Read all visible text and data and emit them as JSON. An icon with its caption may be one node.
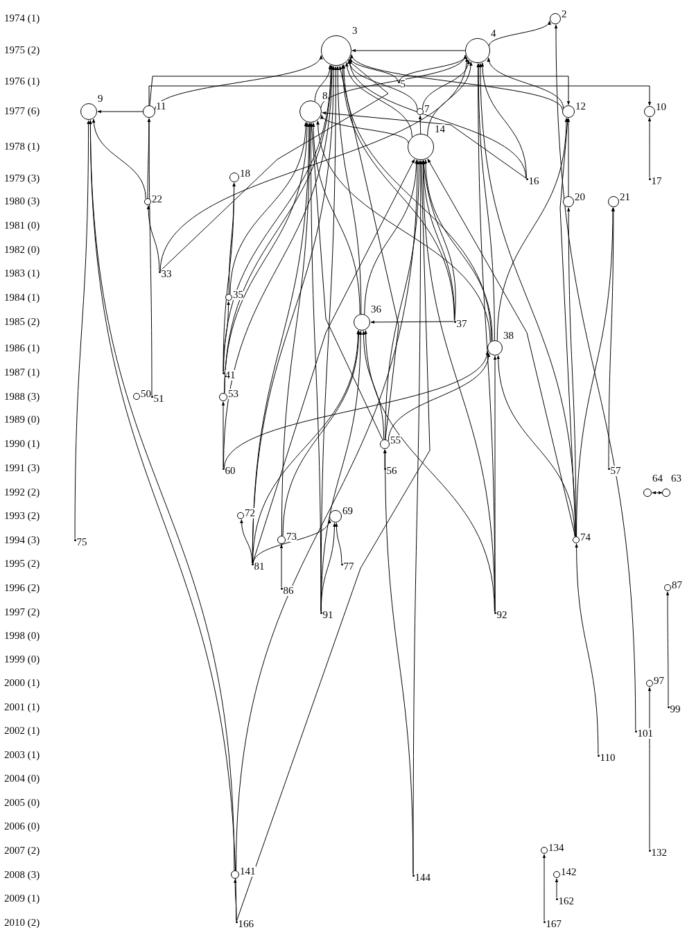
{
  "diagram": {
    "nodes": [
      {
        "text": [
          "2"
        ]
      },
      {
        "text": [
          "3"
        ]
      },
      {
        "text": [
          "4"
        ]
      },
      {
        "text": [
          "5"
        ]
      },
      {
        "text": [
          "7"
        ]
      },
      {
        "text": [
          "8"
        ]
      },
      {
        "text": [
          "9"
        ]
      },
      {
        "text": [
          "10"
        ]
      },
      {
        "text": [
          "11"
        ]
      },
      {
        "text": [
          "12"
        ]
      },
      {
        "text": [
          "14"
        ]
      },
      {
        "text": [
          "16"
        ]
      },
      {
        "text": [
          "17"
        ]
      },
      {
        "text": [
          "18"
        ]
      },
      {
        "text": [
          "20"
        ]
      },
      {
        "text": [
          "21"
        ]
      },
      {
        "text": [
          "22"
        ]
      },
      {
        "text": [
          "33"
        ]
      },
      {
        "text": [
          "35"
        ]
      },
      {
        "text": [
          "36"
        ]
      },
      {
        "text": [
          "37"
        ]
      },
      {
        "text": [
          "38"
        ]
      },
      {
        "text": [
          "41"
        ]
      },
      {
        "text": [
          "50"
        ]
      },
      {
        "text": [
          "51"
        ]
      },
      {
        "text": [
          "53"
        ]
      },
      {
        "text": [
          "55"
        ]
      },
      {
        "text": [
          "56"
        ]
      },
      {
        "text": [
          "57"
        ]
      },
      {
        "text": [
          "60"
        ]
      },
      {
        "text": [
          "63"
        ]
      },
      {
        "text": [
          "64"
        ]
      },
      {
        "text": [
          "69"
        ]
      },
      {
        "text": [
          "72"
        ]
      },
      {
        "text": [
          "73"
        ]
      },
      {
        "text": [
          "74"
        ]
      },
      {
        "text": [
          "75"
        ]
      },
      {
        "text": [
          "77"
        ]
      },
      {
        "text": [
          "81"
        ]
      },
      {
        "text": [
          "86"
        ]
      },
      {
        "text": [
          "87"
        ]
      },
      {
        "text": [
          "91"
        ]
      },
      {
        "text": [
          "92"
        ]
      },
      {
        "text": [
          "97"
        ]
      },
      {
        "text": [
          "99"
        ]
      },
      {
        "text": [
          "101"
        ]
      },
      {
        "text": [
          "110"
        ]
      },
      {
        "text": [
          "132"
        ]
      },
      {
        "text": [
          "134"
        ]
      },
      {
        "text": [
          "141"
        ]
      },
      {
        "text": [
          "142"
        ]
      },
      {
        "text": [
          "144"
        ]
      },
      {
        "text": [
          "162"
        ]
      },
      {
        "text": [
          "166"
        ]
      },
      {
        "text": [
          "167"
        ]
      }
    ],
    "edges": [
      {
        "from": 2,
        "to": 0,
        "arrow": "to"
      },
      {
        "from": 2,
        "to": 1,
        "arrow": "to"
      },
      {
        "from": 3,
        "to": 1,
        "arrow": "to"
      },
      {
        "from": 3,
        "to": 2,
        "arrow": "to"
      },
      {
        "from": 4,
        "to": 1,
        "arrow": "to"
      },
      {
        "from": 4,
        "to": 2,
        "arrow": "to"
      },
      {
        "from": 5,
        "to": 1,
        "arrow": "to"
      },
      {
        "from": 5,
        "to": 2,
        "arrow": "to"
      },
      {
        "from": 8,
        "to": 6,
        "arrow": "to"
      },
      {
        "from": 8,
        "to": 7,
        "arrow": "to"
      },
      {
        "from": 8,
        "to": 1,
        "arrow": "to"
      },
      {
        "from": 8,
        "to": 9,
        "arrow": "to"
      },
      {
        "from": 9,
        "to": 1,
        "arrow": "to"
      },
      {
        "from": 9,
        "to": 2,
        "arrow": "to"
      },
      {
        "from": 10,
        "to": 1,
        "arrow": "to"
      },
      {
        "from": 10,
        "to": 2,
        "arrow": "to"
      },
      {
        "from": 10,
        "to": 4,
        "arrow": "to"
      },
      {
        "from": 10,
        "to": 5,
        "arrow": "to"
      },
      {
        "from": 11,
        "to": 1,
        "arrow": "to"
      },
      {
        "from": 11,
        "to": 2,
        "arrow": "to"
      },
      {
        "from": 11,
        "to": 5,
        "arrow": "to"
      },
      {
        "from": 12,
        "to": 7,
        "arrow": "to"
      },
      {
        "from": 16,
        "to": 6,
        "arrow": "to"
      },
      {
        "from": 16,
        "to": 8,
        "arrow": "to"
      },
      {
        "from": 17,
        "to": 16,
        "arrow": "to"
      },
      {
        "from": 17,
        "to": 1,
        "arrow": "to"
      },
      {
        "from": 17,
        "to": 2,
        "arrow": "to"
      },
      {
        "from": 14,
        "to": 9,
        "arrow": "to"
      },
      {
        "from": 18,
        "to": 13,
        "arrow": "to"
      },
      {
        "from": 18,
        "to": 5,
        "arrow": "to"
      },
      {
        "from": 22,
        "to": 13,
        "arrow": "to"
      },
      {
        "from": 22,
        "to": 18,
        "arrow": "to"
      },
      {
        "from": 22,
        "to": 1,
        "arrow": "to"
      },
      {
        "from": 19,
        "to": 1,
        "arrow": "to"
      },
      {
        "from": 19,
        "to": 5,
        "arrow": "to"
      },
      {
        "from": 19,
        "to": 10,
        "arrow": "to"
      },
      {
        "from": 20,
        "to": 19,
        "arrow": "to"
      },
      {
        "from": 20,
        "to": 10,
        "arrow": "to"
      },
      {
        "from": 20,
        "to": 10,
        "arrow": "to"
      },
      {
        "from": 20,
        "to": 1,
        "arrow": "to"
      },
      {
        "from": 21,
        "to": 1,
        "arrow": "to"
      },
      {
        "from": 21,
        "to": 2,
        "arrow": "to"
      },
      {
        "from": 21,
        "to": 9,
        "arrow": "to"
      },
      {
        "from": 21,
        "to": 10,
        "arrow": "to"
      },
      {
        "from": 21,
        "to": 5,
        "arrow": "to"
      },
      {
        "from": 24,
        "to": 23,
        "arrow": "to"
      },
      {
        "from": 24,
        "to": 8,
        "arrow": "to"
      },
      {
        "from": 25,
        "to": 1,
        "arrow": "to"
      },
      {
        "from": 25,
        "to": 5,
        "arrow": "to"
      },
      {
        "from": 26,
        "to": 19,
        "arrow": "to"
      },
      {
        "from": 26,
        "to": 5,
        "arrow": "to"
      },
      {
        "from": 26,
        "to": 10,
        "arrow": "to"
      },
      {
        "from": 26,
        "to": 21,
        "arrow": "to"
      },
      {
        "from": 26,
        "to": 1,
        "arrow": "to"
      },
      {
        "from": 27,
        "to": 26,
        "arrow": "to"
      },
      {
        "from": 28,
        "to": 15,
        "arrow": "to"
      },
      {
        "from": 29,
        "to": 25,
        "arrow": "to"
      },
      {
        "from": 29,
        "to": 1,
        "arrow": "to"
      },
      {
        "from": 29,
        "to": 21,
        "arrow": "to"
      },
      {
        "from": 30,
        "to": 31,
        "arrow": "both"
      },
      {
        "from": 34,
        "to": 5,
        "arrow": "to"
      },
      {
        "from": 34,
        "to": 19,
        "arrow": "to"
      },
      {
        "from": 35,
        "to": 9,
        "arrow": "to"
      },
      {
        "from": 35,
        "to": 14,
        "arrow": "to"
      },
      {
        "from": 35,
        "to": 21,
        "arrow": "to"
      },
      {
        "from": 35,
        "to": 2,
        "arrow": "to"
      },
      {
        "from": 35,
        "to": 15,
        "arrow": "to"
      },
      {
        "from": 35,
        "to": 10,
        "arrow": "to"
      },
      {
        "from": 36,
        "to": 6,
        "arrow": "to"
      },
      {
        "from": 37,
        "to": 32,
        "arrow": "to"
      },
      {
        "from": 38,
        "to": 33,
        "arrow": "to"
      },
      {
        "from": 38,
        "to": 32,
        "arrow": "to"
      },
      {
        "from": 38,
        "to": 1,
        "arrow": "to"
      },
      {
        "from": 38,
        "to": 5,
        "arrow": "to"
      },
      {
        "from": 38,
        "to": 10,
        "arrow": "to"
      },
      {
        "from": 38,
        "to": 19,
        "arrow": "to"
      },
      {
        "from": 39,
        "to": 34,
        "arrow": "to"
      },
      {
        "from": 41,
        "to": 32,
        "arrow": "to"
      },
      {
        "from": 41,
        "to": 19,
        "arrow": "to"
      },
      {
        "from": 41,
        "to": 1,
        "arrow": "to"
      },
      {
        "from": 41,
        "to": 5,
        "arrow": "to"
      },
      {
        "from": 42,
        "to": 19,
        "arrow": "to"
      },
      {
        "from": 42,
        "to": 21,
        "arrow": "to"
      },
      {
        "from": 42,
        "to": 10,
        "arrow": "to"
      },
      {
        "from": 42,
        "to": 2,
        "arrow": "to"
      },
      {
        "from": 44,
        "to": 40,
        "arrow": "to"
      },
      {
        "from": 45,
        "to": 0,
        "arrow": "to"
      },
      {
        "from": 46,
        "to": 35,
        "arrow": "to"
      },
      {
        "from": 47,
        "to": 43,
        "arrow": "to"
      },
      {
        "from": 49,
        "to": 6,
        "arrow": "to"
      },
      {
        "from": 49,
        "to": 10,
        "arrow": "to"
      },
      {
        "from": 51,
        "to": 10,
        "arrow": "to"
      },
      {
        "from": 51,
        "to": 26,
        "arrow": "to"
      },
      {
        "from": 52,
        "to": 50,
        "arrow": "to"
      },
      {
        "from": 53,
        "to": 49,
        "arrow": "to"
      },
      {
        "from": 53,
        "to": 6,
        "arrow": "to"
      },
      {
        "from": 53,
        "to": 10,
        "arrow": "to"
      },
      {
        "from": 54,
        "to": 48,
        "arrow": "to"
      }
    ],
    "labels": [
      "1974 (1)",
      "1975 (2)",
      "1976 (1)",
      "1977 (6)",
      "1978 (1)",
      "1979 (3)",
      "1980 (3)",
      "1981 (0)",
      "1982 (0)",
      "1983 (1)",
      "1984 (1)",
      "1985 (2)",
      "1986 (1)",
      "1987 (1)",
      "1988 (3)",
      "1989 (0)",
      "1990 (1)",
      "1991 (3)",
      "1992 (2)",
      "1993 (2)",
      "1994 (3)",
      "1995 (2)",
      "1996 (2)",
      "1997 (2)",
      "1998 (0)",
      "1999 (0)",
      "2000 (1)",
      "2001 (1)",
      "2002 (1)",
      "2003 (1)",
      "2004 (0)",
      "2005 (0)",
      "2006 (0)",
      "2007 (2)",
      "2008 (3)",
      "2009 (1)",
      "2010 (2)"
    ]
  }
}
